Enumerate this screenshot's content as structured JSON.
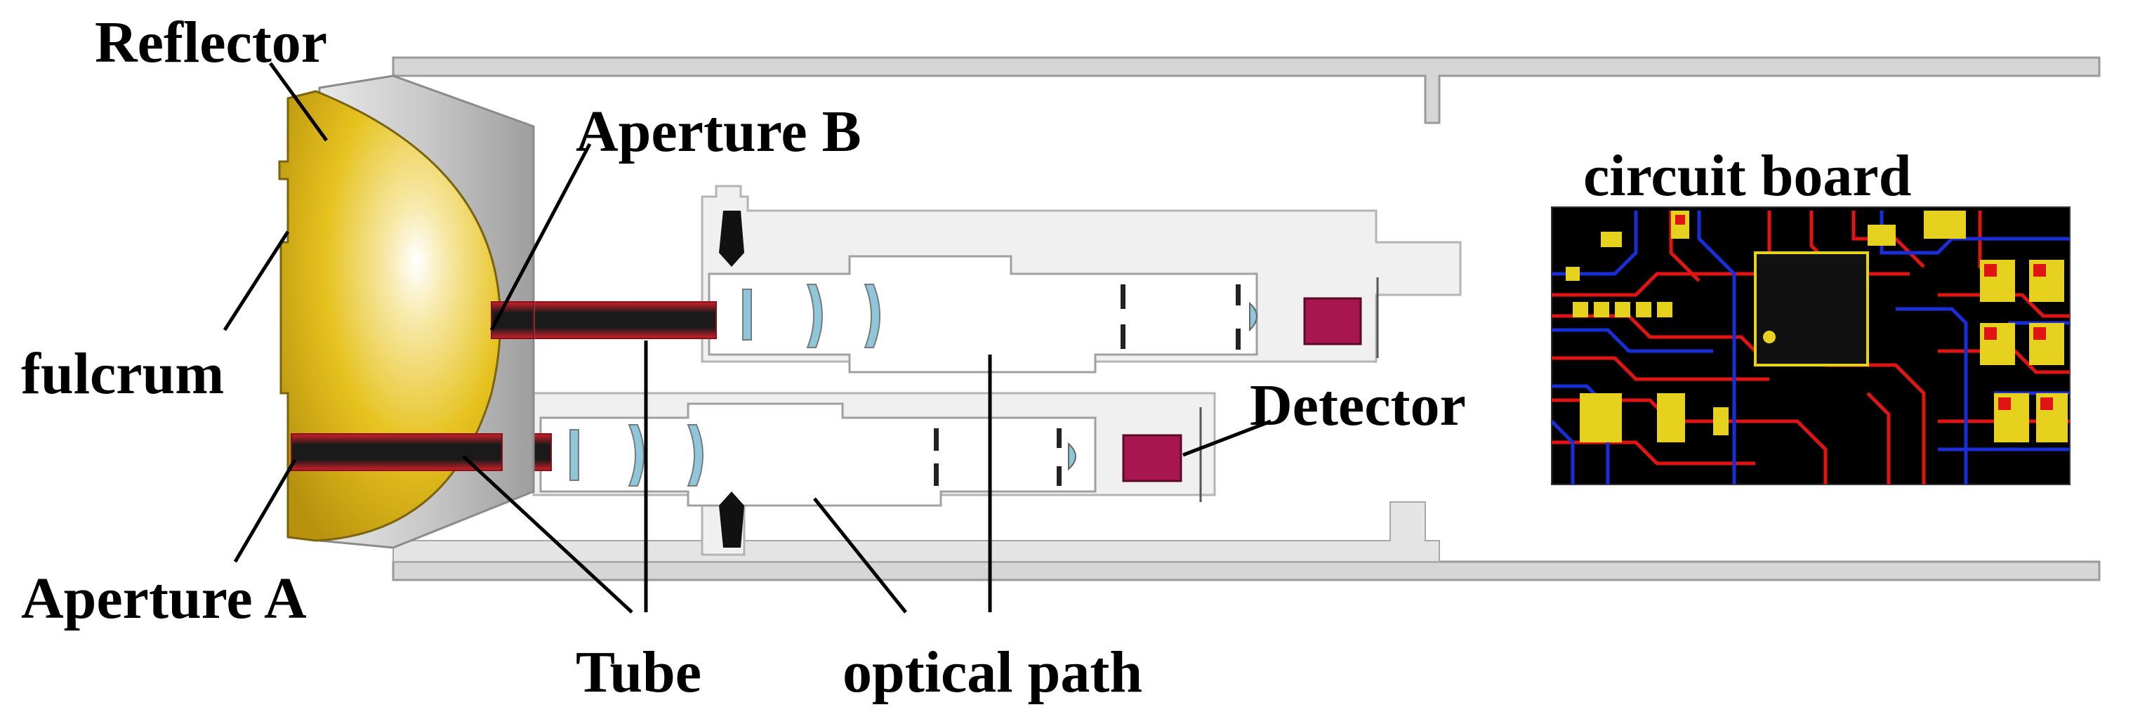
{
  "labels": {
    "reflector": "Reflector",
    "aperture_b": "Aperture B",
    "fulcrum": "fulcrum",
    "aperture_a": "Aperture A",
    "tube": "Tube",
    "optical_path": "optical path",
    "detector": "Detector",
    "circuit_board": "circuit board"
  },
  "colors": {
    "reflector_yellow": "#E6C21E",
    "housing_gray": "#BFBFBF",
    "tube_red": "#D0202A",
    "detector_magenta": "#A8164F",
    "lens_blue": "#8FC7DA",
    "pcb_background": "#000000",
    "pcb_trace_red": "#E11414",
    "pcb_trace_blue": "#1A2ED8",
    "pcb_pad_yellow": "#E6D21E"
  }
}
